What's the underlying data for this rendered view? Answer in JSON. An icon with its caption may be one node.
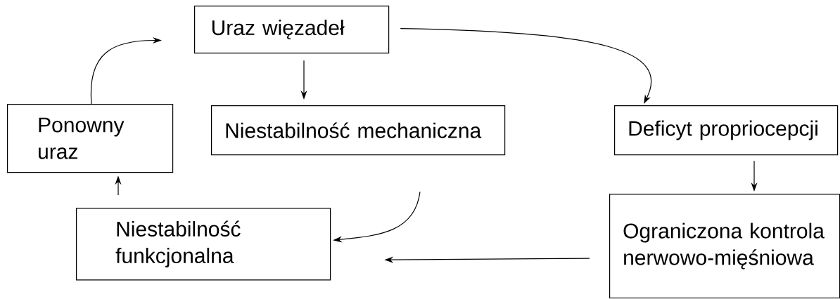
{
  "diagram": {
    "nodes": [
      {
        "text": [
          "Uraz więzadeł"
        ]
      },
      {
        "text": [
          "Ponowny uraz"
        ]
      },
      {
        "text": [
          "Niestabilność mechaniczna"
        ]
      },
      {
        "text": [
          "Deficyt propriocepcji"
        ]
      },
      {
        "text": [
          "Niestabilność funkcjonalna"
        ]
      },
      {
        "text": [
          "Ograniczona kontrola nerwowo-mięśniowa"
        ]
      }
    ],
    "edges": [
      {
        "from": 1,
        "to": 0,
        "arrow": "to"
      },
      {
        "from": 0,
        "to": 2,
        "arrow": "to"
      },
      {
        "from": 0,
        "to": 3,
        "arrow": "to"
      },
      {
        "from": 3,
        "to": 5,
        "arrow": "to"
      },
      {
        "from": 2,
        "to": 4,
        "arrow": "to"
      },
      {
        "from": 5,
        "to": 4,
        "arrow": "to"
      },
      {
        "from": 4,
        "to": 1,
        "arrow": "to"
      }
    ]
  }
}
